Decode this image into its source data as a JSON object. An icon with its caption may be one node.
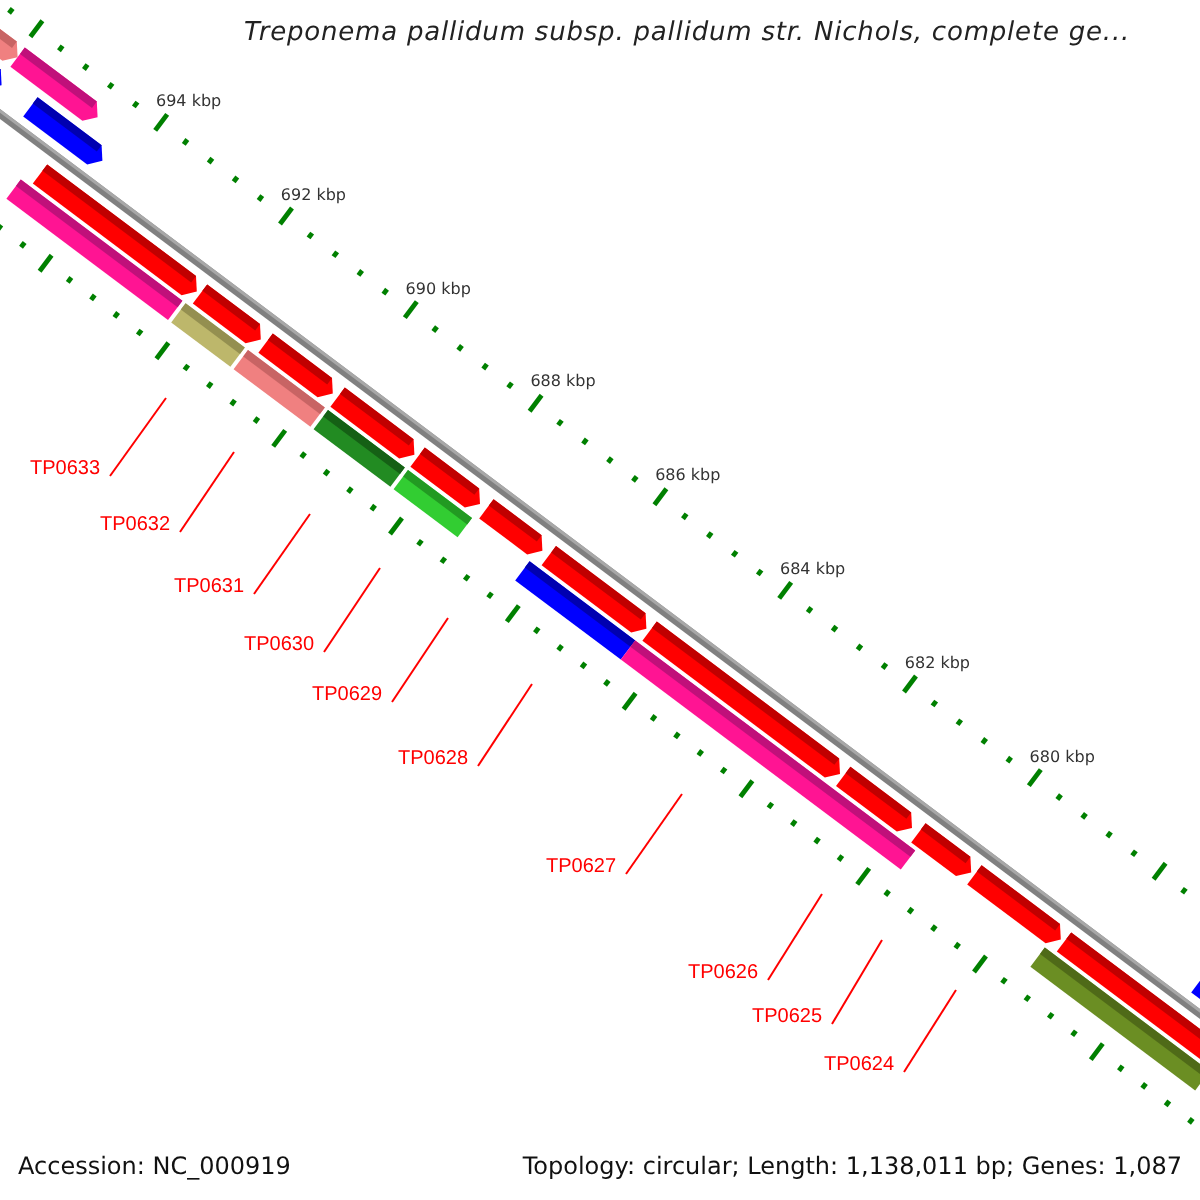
{
  "diagram": {
    "title": "Treponema pallidum subsp. pallidum str. Nichols, complete ge...",
    "nodes": [
      {
        "text": [
          "TP0633"
        ]
      },
      {
        "text": [
          "TP0632"
        ]
      },
      {
        "text": [
          "TP0631"
        ]
      },
      {
        "text": [
          "TP0630"
        ]
      },
      {
        "text": [
          "TP0629"
        ]
      },
      {
        "text": [
          "TP0628"
        ]
      },
      {
        "text": [
          "TP0627"
        ]
      },
      {
        "text": [
          "TP0626"
        ]
      },
      {
        "text": [
          "TP0625"
        ]
      },
      {
        "text": [
          "TP0624"
        ]
      }
    ],
    "edges": [
      {
        "from": 0,
        "to": null,
        "arrow": "none"
      },
      {
        "from": 1,
        "to": null,
        "arrow": "none"
      },
      {
        "from": 2,
        "to": null,
        "arrow": "none"
      },
      {
        "from": 3,
        "to": null,
        "arrow": "none"
      },
      {
        "from": 4,
        "to": null,
        "arrow": "none"
      },
      {
        "from": 5,
        "to": null,
        "arrow": "none"
      },
      {
        "from": 6,
        "to": null,
        "arrow": "none"
      },
      {
        "from": 7,
        "to": null,
        "arrow": "none"
      },
      {
        "from": 8,
        "to": null,
        "arrow": "none"
      },
      {
        "from": 9,
        "to": null,
        "arrow": "none"
      }
    ],
    "labels": [
      "694 kbp",
      "692 kbp",
      "690 kbp",
      "688 kbp",
      "686 kbp",
      "684 kbp",
      "682 kbp",
      "680 kbp",
      "Accession: NC_000919",
      "Topology: circular; Length: 1,138,011 bp; Genes: 1,087"
    ]
  }
}
